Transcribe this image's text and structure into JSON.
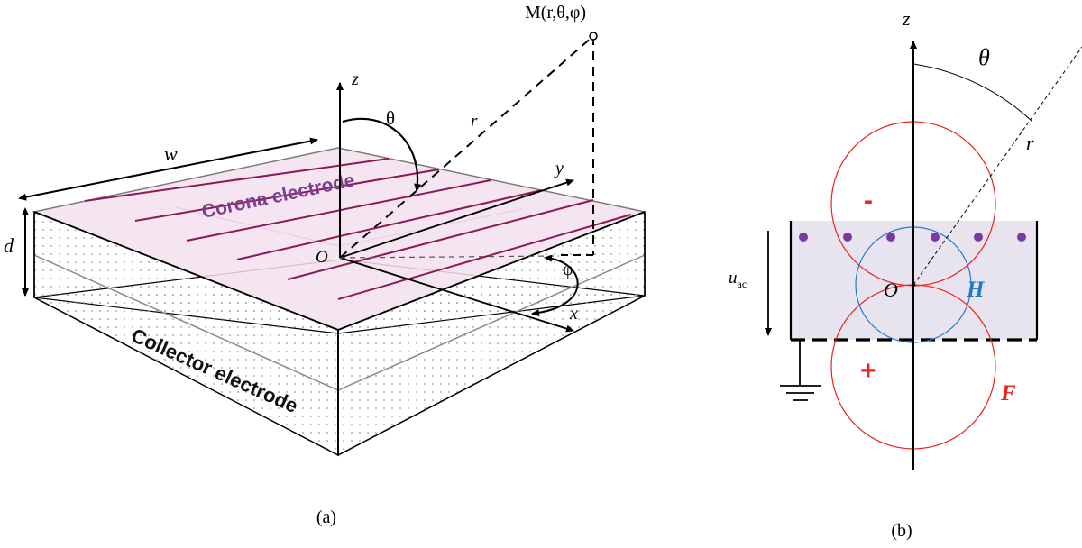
{
  "panel_a": {
    "caption": "(a)",
    "top_label": "Corona electrode",
    "bottom_label": "Collector electrode",
    "width_label": "w",
    "depth_label": "d",
    "axis_z": "z",
    "axis_y": "y",
    "axis_x": "x",
    "origin": "O",
    "theta": "θ",
    "phi": "φ",
    "radius": "r",
    "point": "M(r,θ,φ)",
    "colors": {
      "top_fill": "#f2e0ee",
      "wire": "#8b1a5a",
      "label": "#7a3d8f",
      "outline": "#000000"
    }
  },
  "panel_b": {
    "caption": "(b)",
    "axis_z": "z",
    "theta": "θ",
    "radius": "r",
    "origin": "O",
    "voltage": "u",
    "voltage_sub": "ac",
    "minus": "-",
    "plus": "+",
    "field_h": "H",
    "field_f": "F",
    "colors": {
      "h_field": "#1f78c8",
      "f_field": "#e8241c",
      "slab": "#e8e4ef",
      "dots": "#7b3aa0"
    }
  }
}
